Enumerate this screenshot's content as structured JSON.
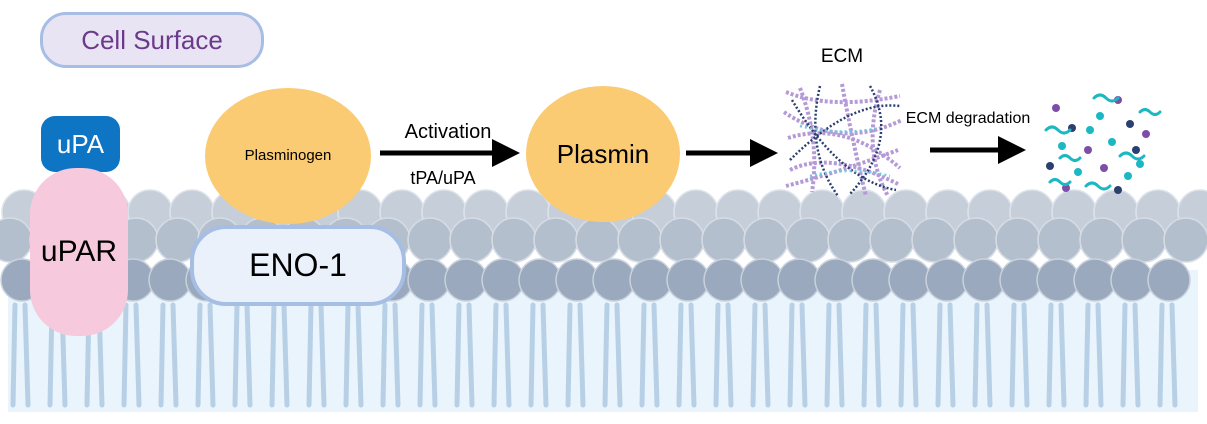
{
  "labels": {
    "cell_surface": "Cell Surface",
    "upa": "uPA",
    "upar": "uPAR",
    "plasminogen": "Plasminogen",
    "eno1": "ENO-1",
    "activation": "Activation",
    "tpa_upa": "tPA/uPA",
    "plasmin": "Plasmin",
    "ecm": "ECM",
    "ecm_degradation": "ECM degradation"
  },
  "colors": {
    "membrane_head": "#9aa9bd",
    "membrane_head_back": "#c5ced9",
    "membrane_tail": "#b8d0e6",
    "membrane_bg": "#eaf4fc",
    "enzyme": "#fbcb73",
    "upa": "#0e74c4",
    "upar": "#f7c9dd",
    "eno1_fill": "#eaf1fb",
    "eno1_border": "#a6bde4",
    "ecm_fiber_purple": "#b49ad6",
    "ecm_fiber_dark": "#2b4070",
    "ecm_fiber_cyan": "#6fc7e0",
    "fragment_teal": "#1bb8c4",
    "fragment_purple": "#7d4ea8",
    "fragment_dark": "#2b4070"
  },
  "icons": [
    "activation-arrow-icon",
    "plasmin-arrow-icon",
    "degradation-arrow-icon",
    "ecm-mesh-icon",
    "ecm-fragments-icon"
  ]
}
